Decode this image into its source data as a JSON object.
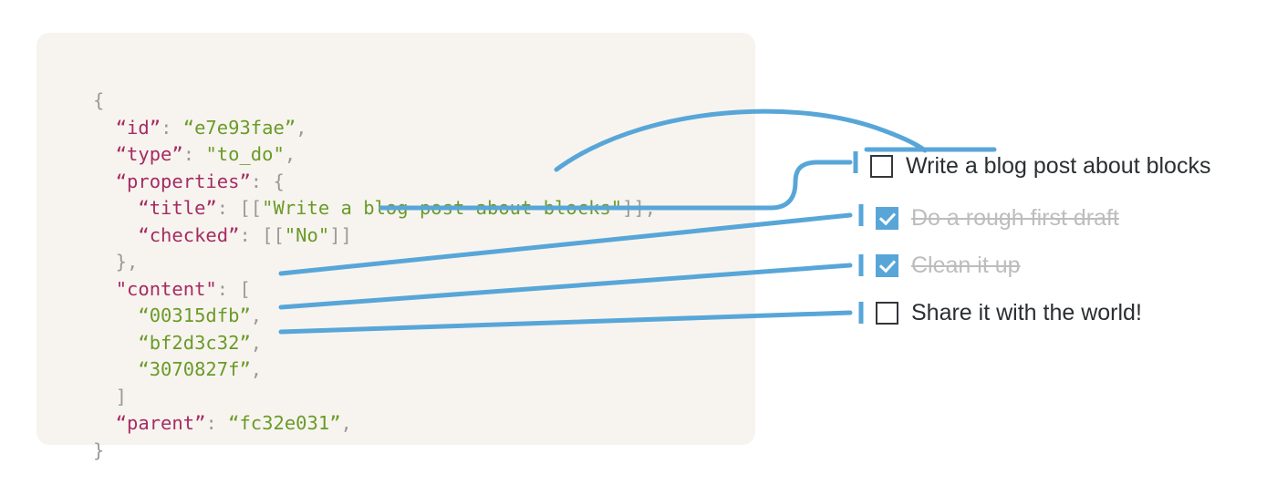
{
  "panel": {
    "background_color": "#f7f4ef",
    "code_lines": [
      [
        {
          "t": "{",
          "c": "p"
        }
      ],
      [
        {
          "t": "  ",
          "c": "p"
        },
        {
          "t": "“id”",
          "c": "k"
        },
        {
          "t": ": ",
          "c": "p"
        },
        {
          "t": "“e7e93fae”",
          "c": "s"
        },
        {
          "t": ",",
          "c": "p"
        }
      ],
      [
        {
          "t": "  ",
          "c": "p"
        },
        {
          "t": "“type”",
          "c": "k"
        },
        {
          "t": ": ",
          "c": "p"
        },
        {
          "t": "\"to_do\"",
          "c": "s"
        },
        {
          "t": ",",
          "c": "p"
        }
      ],
      [
        {
          "t": "  ",
          "c": "p"
        },
        {
          "t": "“properties”",
          "c": "k"
        },
        {
          "t": ": {",
          "c": "p"
        }
      ],
      [
        {
          "t": "    ",
          "c": "p"
        },
        {
          "t": "“title”",
          "c": "k"
        },
        {
          "t": ": [[",
          "c": "p"
        },
        {
          "t": "\"Write a blog post about blocks\"",
          "c": "s"
        },
        {
          "t": "]],",
          "c": "p"
        }
      ],
      [
        {
          "t": "    ",
          "c": "p"
        },
        {
          "t": "“checked”",
          "c": "k"
        },
        {
          "t": ": [[",
          "c": "p"
        },
        {
          "t": "\"No\"",
          "c": "s"
        },
        {
          "t": "]]",
          "c": "p"
        }
      ],
      [
        {
          "t": "  },",
          "c": "p"
        }
      ],
      [
        {
          "t": "  ",
          "c": "p"
        },
        {
          "t": "\"content\"",
          "c": "k"
        },
        {
          "t": ": [",
          "c": "p"
        }
      ],
      [
        {
          "t": "    ",
          "c": "p"
        },
        {
          "t": "“00315dfb”",
          "c": "s"
        },
        {
          "t": ",",
          "c": "p"
        }
      ],
      [
        {
          "t": "    ",
          "c": "p"
        },
        {
          "t": "“bf2d3c32”",
          "c": "s"
        },
        {
          "t": ",",
          "c": "p"
        }
      ],
      [
        {
          "t": "    ",
          "c": "p"
        },
        {
          "t": "“3070827f”",
          "c": "s"
        },
        {
          "t": ",",
          "c": "p"
        }
      ],
      [
        {
          "t": "  ]",
          "c": "p"
        }
      ],
      [
        {
          "t": "  ",
          "c": "p"
        },
        {
          "t": "“parent”",
          "c": "k"
        },
        {
          "t": ": ",
          "c": "p"
        },
        {
          "t": "“fc32e031”",
          "c": "s"
        },
        {
          "t": ",",
          "c": "p"
        }
      ],
      [
        {
          "t": "}",
          "c": "p"
        }
      ]
    ]
  },
  "todos": [
    {
      "label": "Write a blog post about blocks",
      "checked": false,
      "indent": false
    },
    {
      "label": "Do a rough first draft",
      "checked": true,
      "indent": true
    },
    {
      "label": "Clean it up",
      "checked": true,
      "indent": true
    },
    {
      "label": "Share it with the world!",
      "checked": false,
      "indent": true
    }
  ],
  "colors": {
    "accent_blue": "#58a6d8",
    "key_magenta": "#a62b62",
    "string_green": "#6a9b28",
    "punctuation_grey": "#9a9a96",
    "text_dark": "#2b2f31",
    "text_done_grey": "#bdbdbd"
  }
}
